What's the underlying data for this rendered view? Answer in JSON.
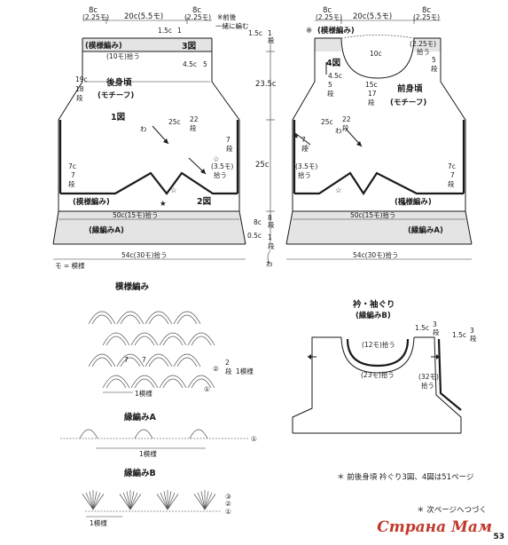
{
  "back": {
    "top_left_w": "8c",
    "top_left_sub": "(2.25モ)",
    "neck_w": "20c(5.5モ)",
    "top_right_w": "8c",
    "top_right_sub": "(2.25モ)",
    "note_front_back": "※前後",
    "note_join": "一緒に編む",
    "rows_15": "1.5c",
    "rows_1": "1",
    "row_unit": "段",
    "pattern_band": "(模様編み)",
    "pickup_10": "(10モ)拾う",
    "fig3": "3図",
    "dim_45": "4.5c",
    "dim_5": "5",
    "title": "後身頃",
    "subtitle": "(モチーフ)",
    "c19": "19c",
    "c18": "18",
    "fig1": "1図",
    "c25": "25c",
    "c22": "22",
    "wa": "わ",
    "c7": "7c",
    "n7": "7",
    "pickup_35": "(3.5モ)",
    "pickup_word": "拾う",
    "fig2": "2図",
    "bottom_pattern": "(模様編み)",
    "w50": "50c(15モ)拾う",
    "edge_a": "(縁編みA)",
    "w54": "54c(30モ)拾う"
  },
  "center": {
    "h235": "23.5c",
    "h25": "25c",
    "h8": "8c",
    "n8": "8",
    "h05": "0.5c",
    "n1": "1",
    "wa": "わ",
    "rows_15": "1.5c",
    "rows_1": "1",
    "row_unit": "段"
  },
  "front": {
    "note_mark": "※",
    "top_left_w": "8c",
    "top_left_sub": "(2.25モ)",
    "neck_w": "20c(5.5モ)",
    "top_right_w": "8c",
    "top_right_sub": "(2.25モ)",
    "pattern_band": "(模様編み)",
    "fig4": "4図",
    "c10": "10c",
    "pickup_225": "(2.25モ)",
    "pickup_word": "拾う",
    "c45": "4.5c",
    "n5": "5",
    "c15": "15c",
    "n17": "17",
    "title": "前身頃",
    "subtitle": "(モチーフ)",
    "c25": "25c",
    "n22": "22",
    "wa": "わ",
    "c7": "7c",
    "n7": "7",
    "pickup_35": "(3.5モ)",
    "bottom_pattern": "(模様編み)",
    "w50": "50c(15モ)拾う",
    "edge_a": "(縁編みA)",
    "w54": "54c(30モ)拾う",
    "row_unit": "段"
  },
  "legend": {
    "mo": "モ = 模様"
  },
  "moyou": {
    "title": "模様編み",
    "row2": "2",
    "row_unit": "段",
    "one_pattern_v": "1模様",
    "one_pattern_h": "1模様",
    "mark1": "①",
    "mark2": "②",
    "n7": "7"
  },
  "edge_a_chart": {
    "title": "縁編みA",
    "one_pattern": "1模様",
    "mark1": "①"
  },
  "edge_b_chart": {
    "title": "縁編みB",
    "one_pattern": "1模様",
    "m1": "①",
    "m2": "②",
    "m3": "③"
  },
  "collar": {
    "title": "衿・袖ぐり",
    "subtitle": "(縁編みB)",
    "c15a": "1.5c",
    "n3a": "3",
    "c15b": "1.5c",
    "n3b": "3",
    "row_unit": "段",
    "m12": "(12モ)拾う",
    "m23": "(23モ)拾う",
    "m32": "(32モ)",
    "pickup_word": "拾う"
  },
  "notes": {
    "ref": "＊ 前後身頃 衿ぐり3図、4図は51ページ",
    "next": "＊ 次ページへつづく"
  },
  "watermark": "Страна Мам",
  "page_number": "53"
}
